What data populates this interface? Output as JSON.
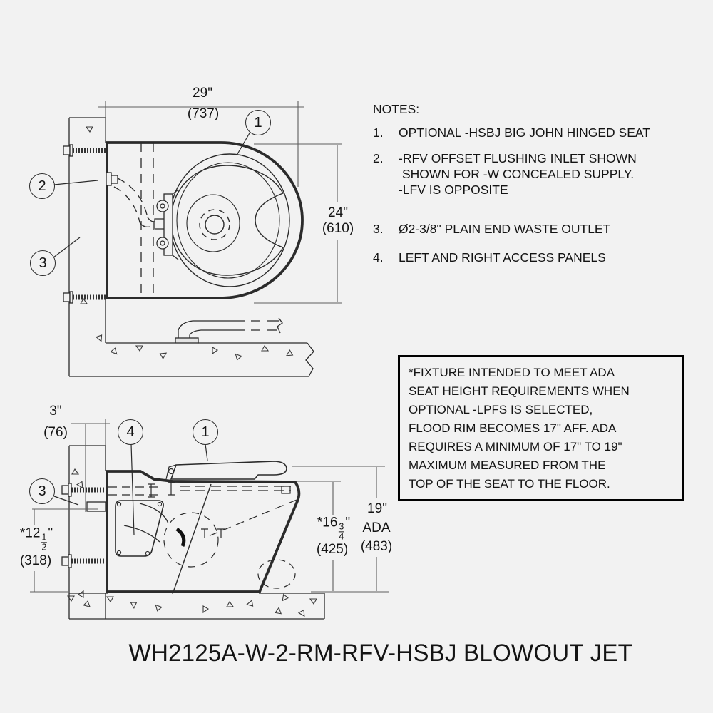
{
  "page": {
    "background": "#f2f2f2",
    "line_color": "#2b2b2b",
    "dim_color": "#5e5e5e"
  },
  "title": "WH2125A-W-2-RM-RFV-HSBJ BLOWOUT JET",
  "notes": {
    "heading": "NOTES:",
    "items": [
      {
        "num": "1.",
        "lines": [
          "OPTIONAL -HSBJ BIG JOHN HINGED SEAT"
        ]
      },
      {
        "num": "2.",
        "lines": [
          "-RFV OFFSET FLUSHING INLET SHOWN",
          "SHOWN FOR -W CONCEALED SUPPLY.",
          "-LFV IS OPPOSITE"
        ]
      },
      {
        "num": "3.",
        "lines": [
          "Ø2-3/8\" PLAIN END WASTE OUTLET"
        ]
      },
      {
        "num": "4.",
        "lines": [
          "LEFT AND RIGHT ACCESS PANELS"
        ]
      }
    ]
  },
  "ada_box": {
    "lines": [
      "*FIXTURE INTENDED TO MEET ADA",
      "SEAT HEIGHT REQUIREMENTS WHEN",
      "OPTIONAL -LPFS IS SELECTED,",
      "FLOOD RIM BECOMES 17\" AFF. ADA",
      "REQUIRES A MINIMUM OF 17\" TO 19\"",
      "MAXIMUM MEASURED FROM THE",
      "TOP OF THE SEAT TO THE FLOOR."
    ]
  },
  "plan_view": {
    "dims": {
      "width_in": "29\"",
      "width_mm": "(737)",
      "depth_in": "24\"",
      "depth_mm": "(610)"
    },
    "callouts": [
      {
        "label": "1"
      },
      {
        "label": "2"
      },
      {
        "label": "3"
      }
    ]
  },
  "side_view": {
    "dims": {
      "wall_in": "3\"",
      "wall_mm": "(76)",
      "outlet_prefix": "*12",
      "outlet_num": "1",
      "outlet_den": "2",
      "outlet_suffix": "\"",
      "outlet_mm": "(318)",
      "rim_prefix": "*16",
      "rim_num": "3",
      "rim_den": "4",
      "rim_suffix": "\"",
      "rim_mm": "(425)",
      "ada_in": "19\"",
      "ada_label": "ADA",
      "ada_mm": "(483)"
    },
    "callouts": [
      {
        "label": "4"
      },
      {
        "label": "1"
      },
      {
        "label": "3"
      }
    ]
  }
}
